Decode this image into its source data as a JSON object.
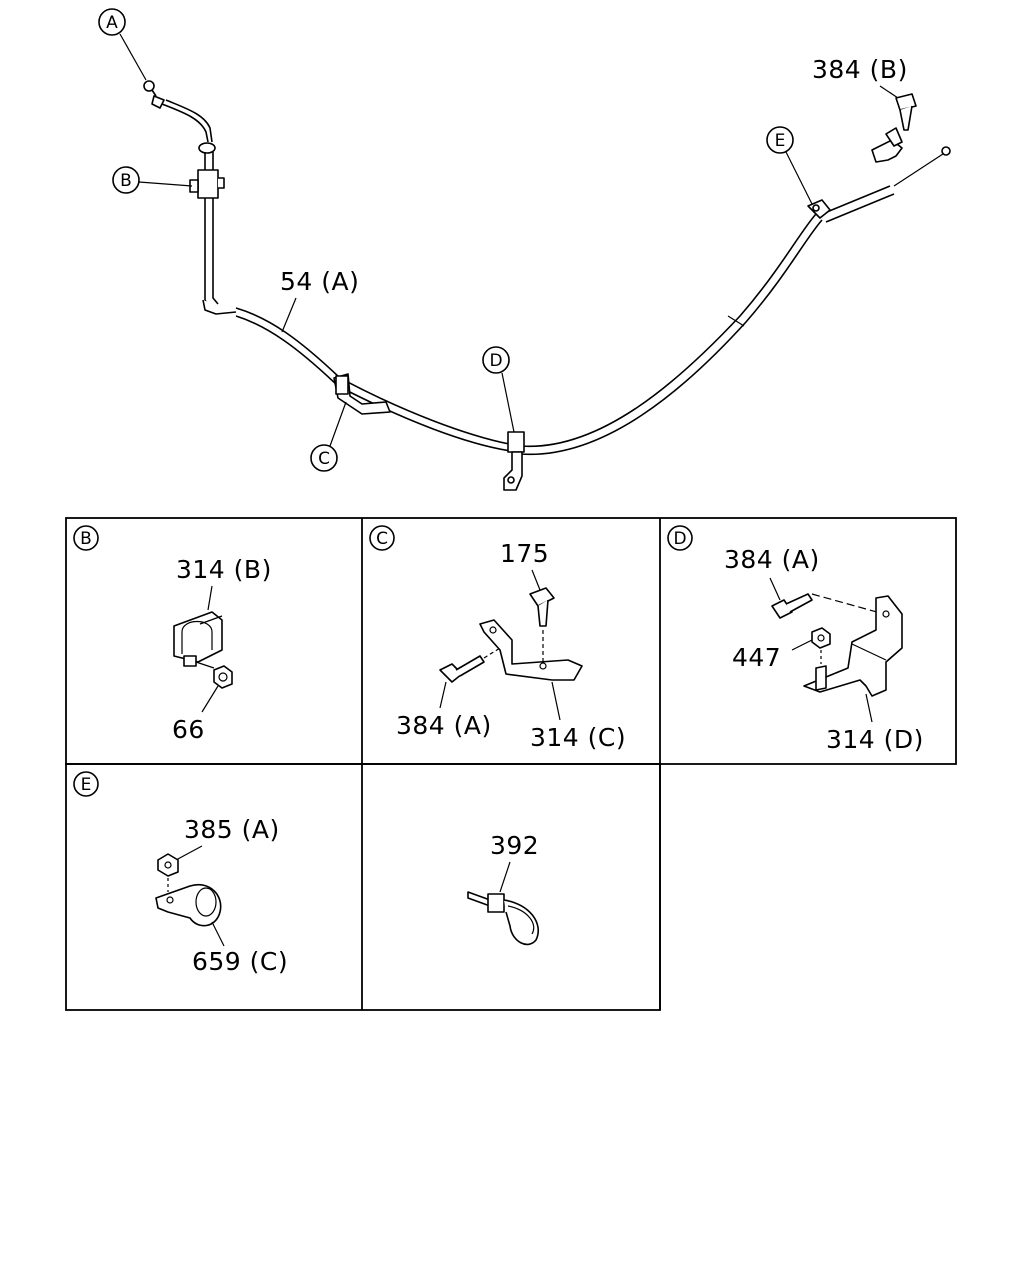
{
  "main_diagram": {
    "callouts": {
      "ref_a": "A",
      "ref_b": "B",
      "ref_c": "C",
      "ref_d": "D",
      "ref_e": "E",
      "cable": "54 (A)",
      "bolt_top_right": "384 (B)"
    }
  },
  "details": {
    "b": {
      "id": "B",
      "labels": {
        "clamp": "314 (B)",
        "nut": "66"
      }
    },
    "c": {
      "id": "C",
      "labels": {
        "bolt_top": "175",
        "bolt_side": "384 (A)",
        "bracket": "314 (C)"
      }
    },
    "d": {
      "id": "D",
      "labels": {
        "bolt": "384 (A)",
        "nut": "447",
        "bracket": "314 (D)"
      }
    },
    "e": {
      "id": "E",
      "labels": {
        "nut": "385 (A)",
        "clip": "659 (C)"
      }
    },
    "tie": {
      "labels": {
        "band": "392"
      }
    }
  }
}
